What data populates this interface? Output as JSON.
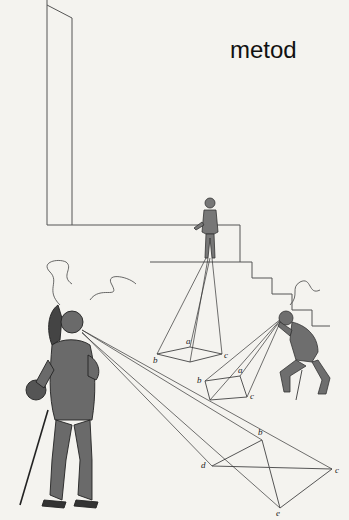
{
  "diagram": {
    "labels": [
      "metod",
      "b",
      "a",
      "c",
      "b",
      "a",
      "c",
      "b",
      "d",
      "c",
      "e"
    ]
  }
}
